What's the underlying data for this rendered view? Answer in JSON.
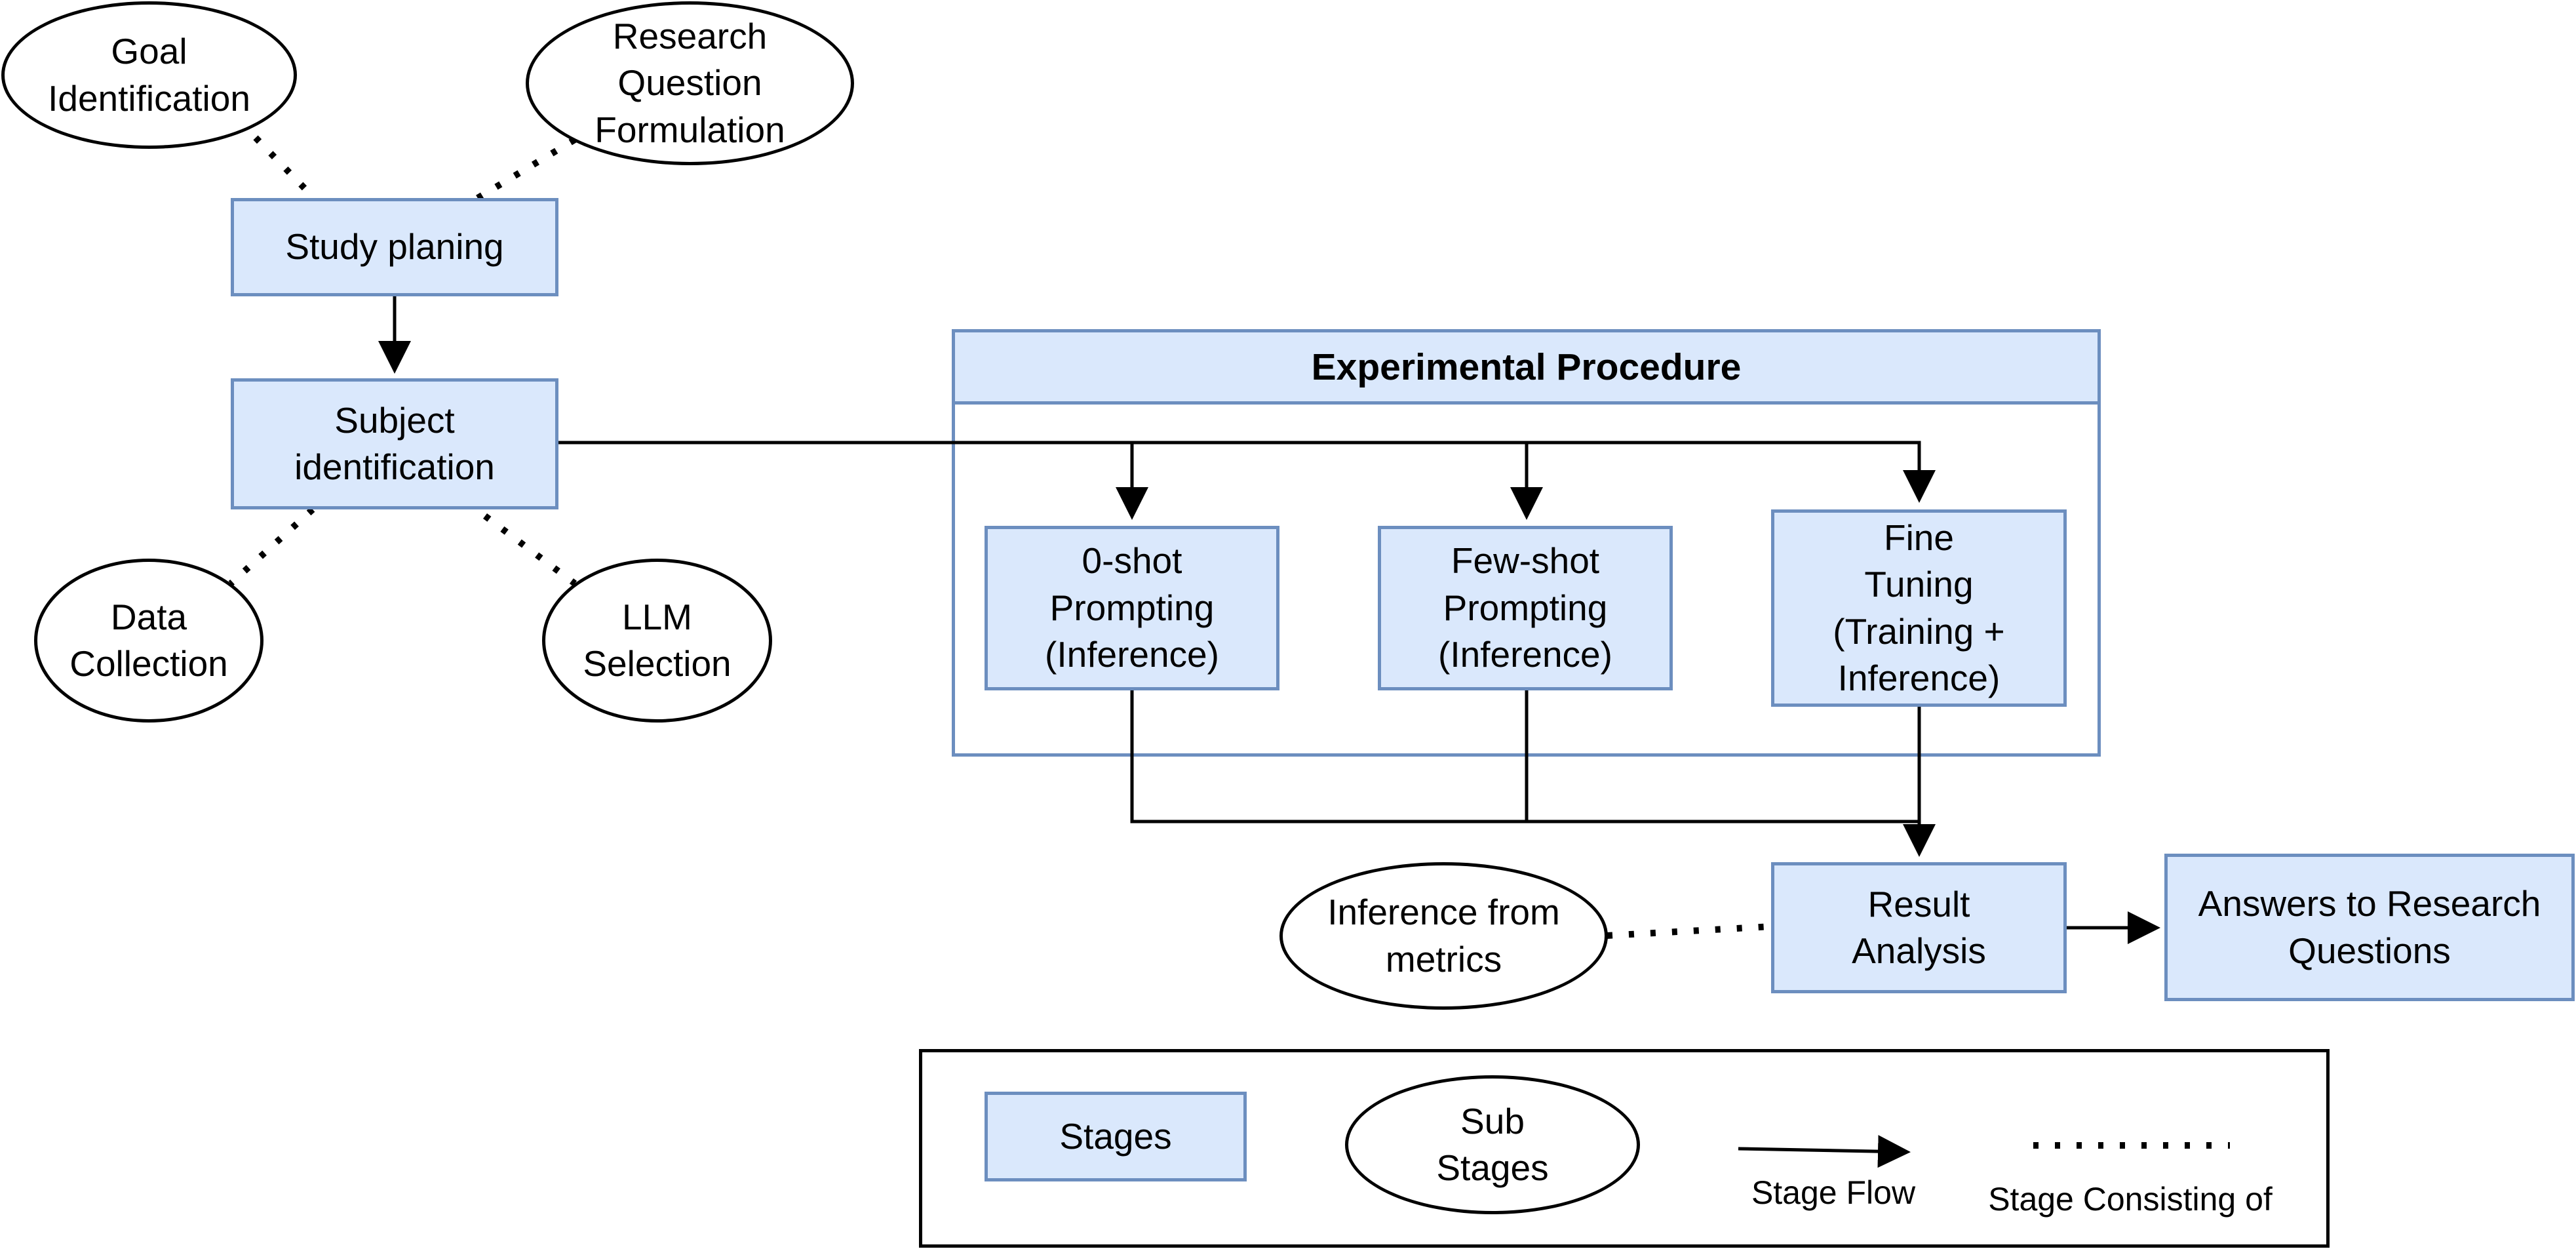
{
  "stages": {
    "study_planing": "Study planing",
    "subject_identification": "Subject\nidentification",
    "zero_shot": "0-shot\nPrompting\n(Inference)",
    "few_shot": "Few-shot\nPrompting\n(Inference)",
    "fine_tuning": "Fine\nTuning\n(Training +\nInference)",
    "result_analysis": "Result\nAnalysis",
    "answers": "Answers to Research\nQuestions"
  },
  "sub_stages": {
    "goal_identification": "Goal\nIdentification",
    "research_question_formulation": "Research\nQuestion\nFormulation",
    "data_collection": "Data\nCollection",
    "llm_selection": "LLM\nSelection",
    "inference_from_metrics": "Inference from\nmetrics"
  },
  "group": {
    "title": "Experimental Procedure"
  },
  "legend": {
    "stages": "Stages",
    "sub_stages": "Sub\nStages",
    "stage_flow": "Stage Flow",
    "stage_consisting_of": "Stage Consisting of"
  },
  "colors": {
    "stage_fill": "#dae8fc",
    "stage_border": "#6c8ebf",
    "line": "#000000"
  }
}
